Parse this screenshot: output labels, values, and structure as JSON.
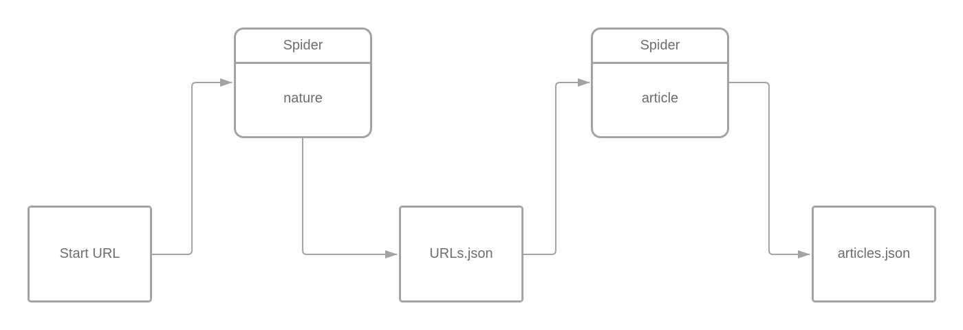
{
  "colors": {
    "stroke": "#a3a3a3",
    "text": "#6d6d6d",
    "background": "#ffffff"
  },
  "nodes": {
    "start_url": {
      "label": "Start URL"
    },
    "spider_nature": {
      "header": "Spider",
      "name": "nature"
    },
    "urls_json": {
      "label": "URLs.json"
    },
    "spider_article": {
      "header": "Spider",
      "name": "article"
    },
    "articles_json": {
      "label": "articles.json"
    }
  }
}
